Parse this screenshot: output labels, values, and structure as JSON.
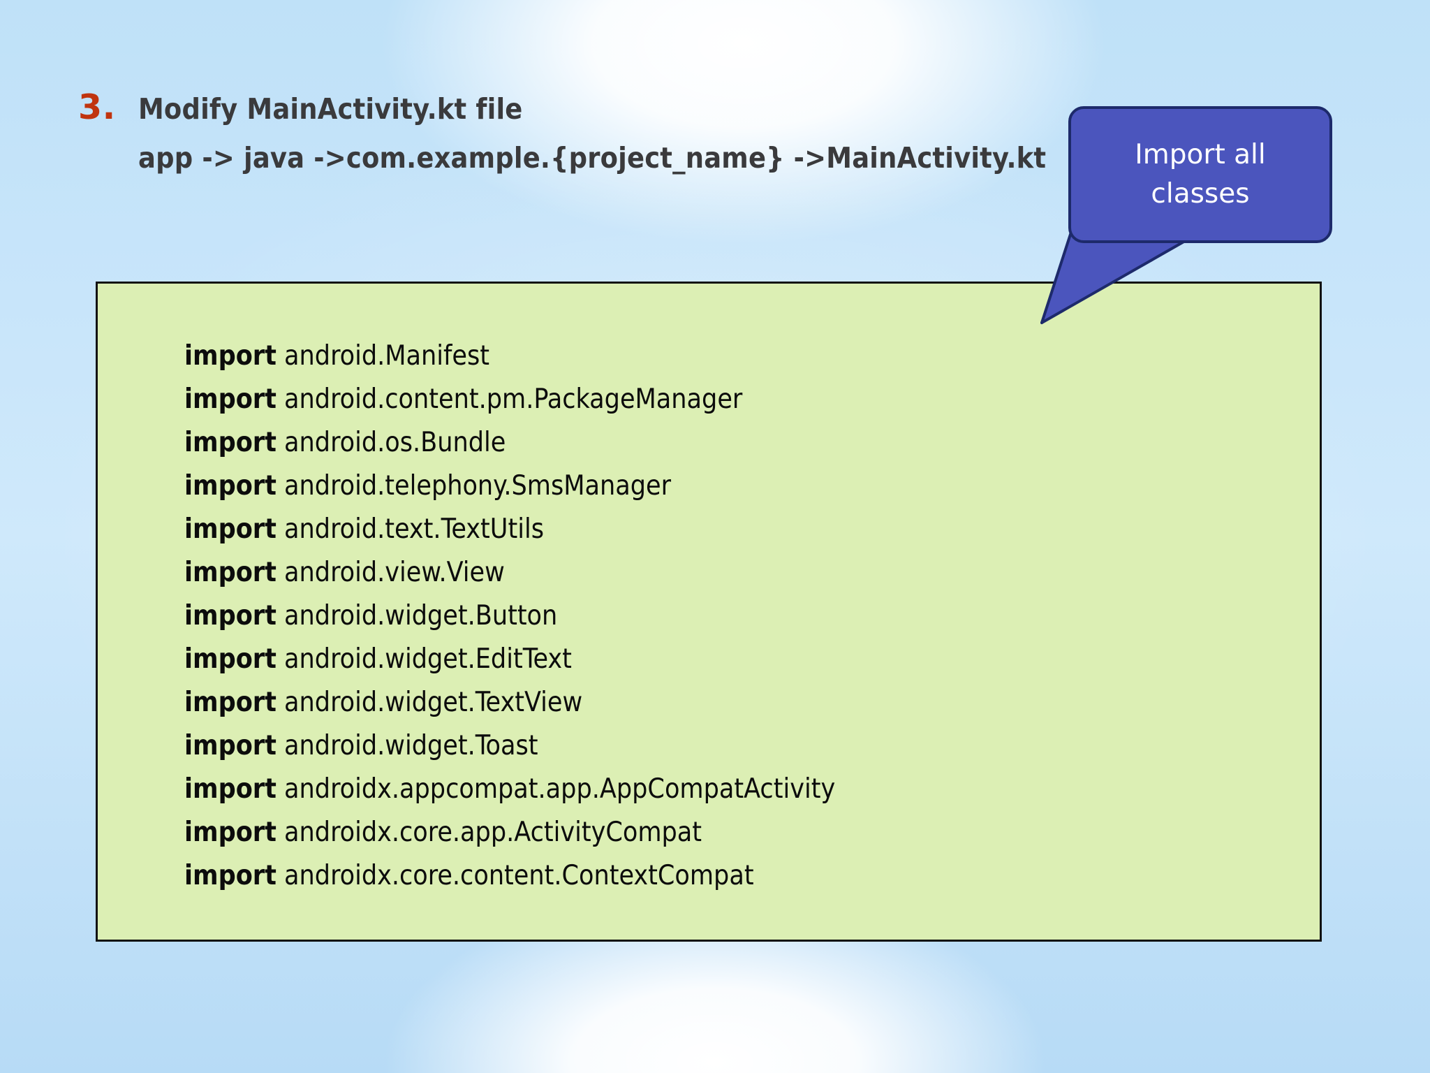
{
  "slide": {
    "background_color": "#c4e3f9",
    "accent_number_color": "#c0340f",
    "heading_color": "#3a3a3c"
  },
  "heading": {
    "number": "3.",
    "line1": "Modify MainActivity.kt file",
    "line2": "app -> java ->com.example.{project_name} ->MainActivity.kt"
  },
  "code_box": {
    "background_color": "#dcefb4",
    "border_color": "#121212",
    "keyword": "import",
    "lines": [
      {
        "keyword": "import",
        "package": "android.Manifest"
      },
      {
        "keyword": "import",
        "package": "android.content.pm.PackageManager"
      },
      {
        "keyword": "import",
        "package": "android.os.Bundle"
      },
      {
        "keyword": "import",
        "package": "android.telephony.SmsManager"
      },
      {
        "keyword": "import",
        "package": "android.text.TextUtils"
      },
      {
        "keyword": "import",
        "package": "android.view.View"
      },
      {
        "keyword": "import",
        "package": "android.widget.Button"
      },
      {
        "keyword": "import",
        "package": "android.widget.EditText"
      },
      {
        "keyword": "import",
        "package": "android.widget.TextView"
      },
      {
        "keyword": "import",
        "package": "android.widget.Toast"
      },
      {
        "keyword": "import",
        "package": "androidx.appcompat.app.AppCompatActivity"
      },
      {
        "keyword": "import",
        "package": "androidx.core.app.ActivityCompat"
      },
      {
        "keyword": "import",
        "package": "androidx.core.content.ContextCompat"
      }
    ]
  },
  "callout": {
    "text": "Import all classes",
    "line1": "Import all",
    "line2": "classes",
    "fill_color": "#4b55bd",
    "border_color": "#1d2a6b",
    "text_color": "#ffffff"
  }
}
